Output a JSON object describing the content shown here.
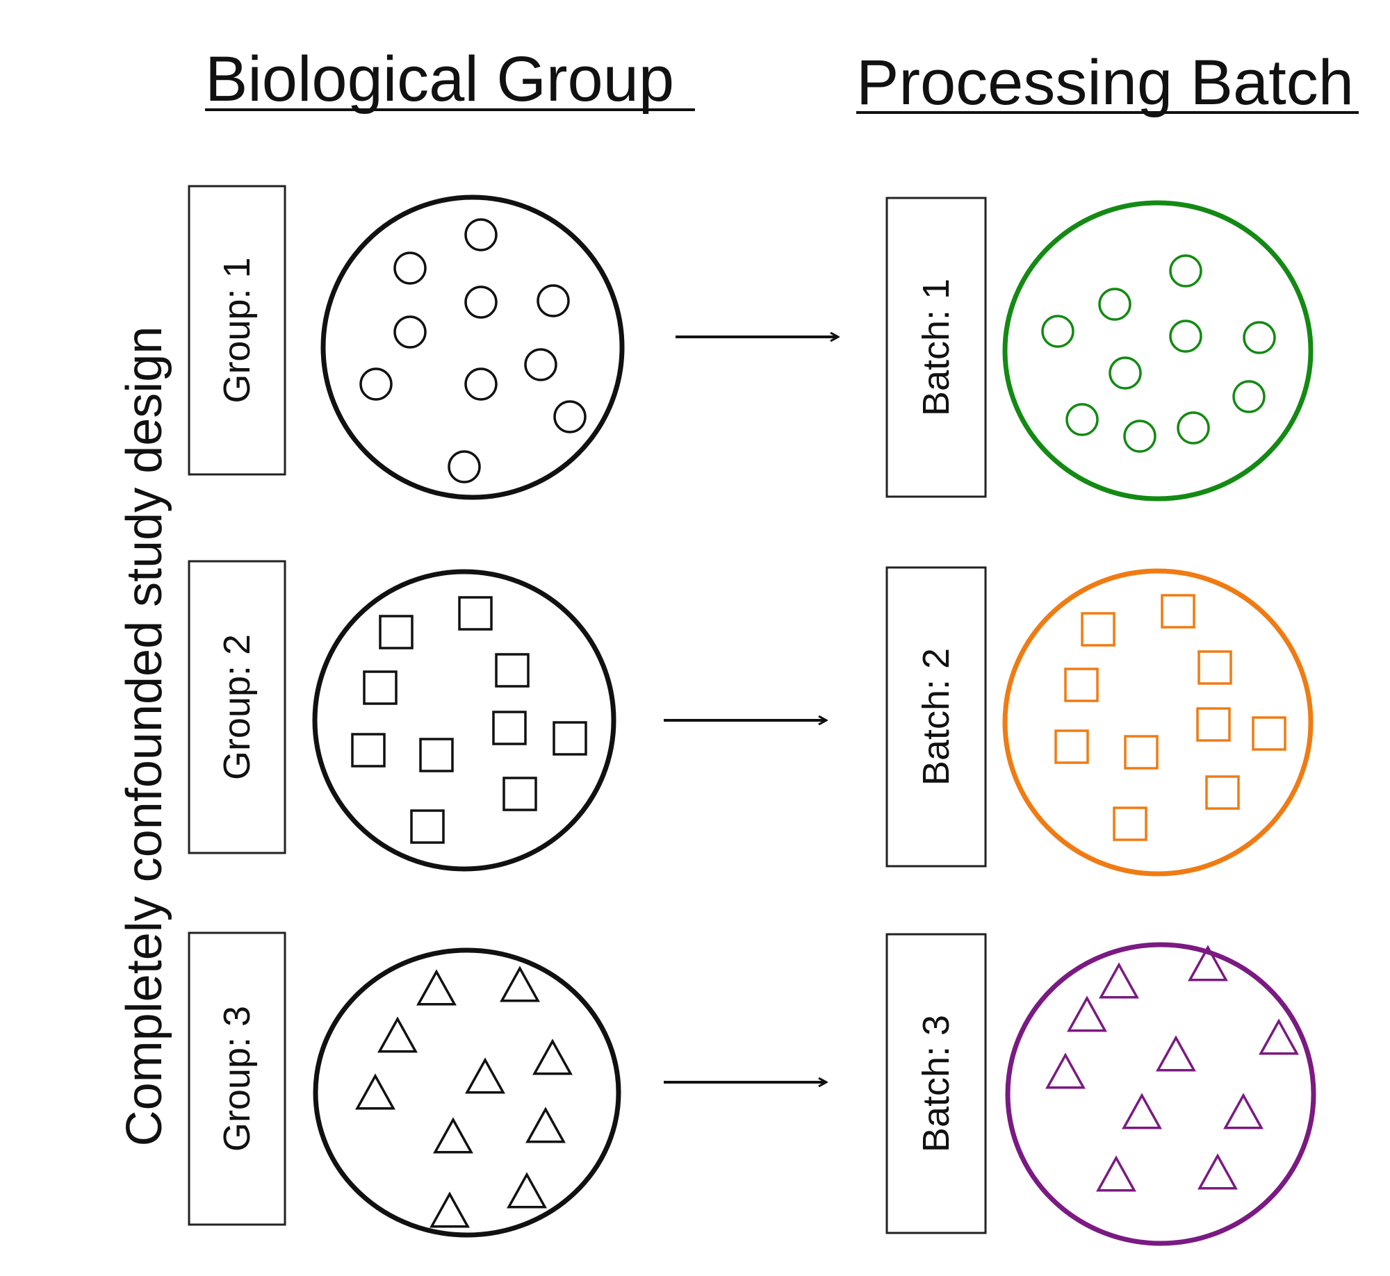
{
  "headings": {
    "left": "Biological Group",
    "right": "Processing Batch"
  },
  "side_label": "Completely confounded study design",
  "colors": {
    "line": "#111111",
    "batch_1": "#138a13",
    "batch_2": "#f07b12",
    "batch_3": "#7a1a82"
  },
  "rows": [
    {
      "group_label": "Group: 1",
      "batch_label": "Batch: 1",
      "shape": "circle",
      "batch_color_key": "batch_1"
    },
    {
      "group_label": "Group: 2",
      "batch_label": "Batch: 2",
      "shape": "square",
      "batch_color_key": "batch_2"
    },
    {
      "group_label": "Group: 3",
      "batch_label": "Batch: 3",
      "shape": "triangle",
      "batch_color_key": "batch_3"
    }
  ]
}
